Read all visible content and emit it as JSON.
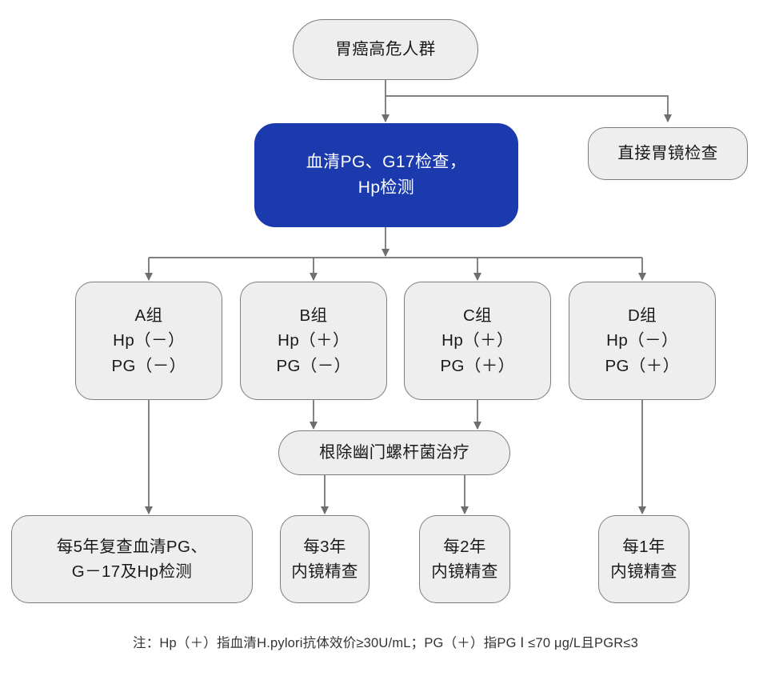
{
  "diagram": {
    "title_node": {
      "lines": [
        "胃癌高危人群"
      ]
    },
    "screening_node": {
      "lines": [
        "血清PG、G17检查，",
        "Hp检测"
      ]
    },
    "direct_endoscopy_node": {
      "lines": [
        "直接胃镜检查"
      ]
    },
    "groups": [
      {
        "id": "a",
        "lines": [
          "A组",
          "Hp（－）",
          "PG（－）"
        ]
      },
      {
        "id": "b",
        "lines": [
          "B组",
          "Hp（＋）",
          "PG（－）"
        ]
      },
      {
        "id": "c",
        "lines": [
          "C组",
          "Hp（＋）",
          "PG（＋）"
        ]
      },
      {
        "id": "d",
        "lines": [
          "D组",
          "Hp（－）",
          "PG（＋）"
        ]
      }
    ],
    "treatment_node": {
      "lines": [
        "根除幽门螺杆菌治疗"
      ]
    },
    "outcomes": [
      {
        "id": "a",
        "lines": [
          "每5年复查血清PG、",
          "G－17及Hp检测"
        ]
      },
      {
        "id": "b",
        "lines": [
          "每3年",
          "内镜精查"
        ]
      },
      {
        "id": "c",
        "lines": [
          "每2年",
          "内镜精查"
        ]
      },
      {
        "id": "d",
        "lines": [
          "每1年",
          "内镜精查"
        ]
      }
    ],
    "footnote": "注：Hp（＋）指血清H.pylori抗体效价≥30U/mL；PG（＋）指PG Ⅰ ≤70 μg/L且PGR≤3",
    "colors": {
      "accent_blue": "#1a3aad",
      "node_fill": "#eeeeee",
      "node_border": "#7d7d7d",
      "connector": "#6e6e6e",
      "text": "#1a1a1a",
      "text_on_accent": "#ffffff"
    }
  }
}
